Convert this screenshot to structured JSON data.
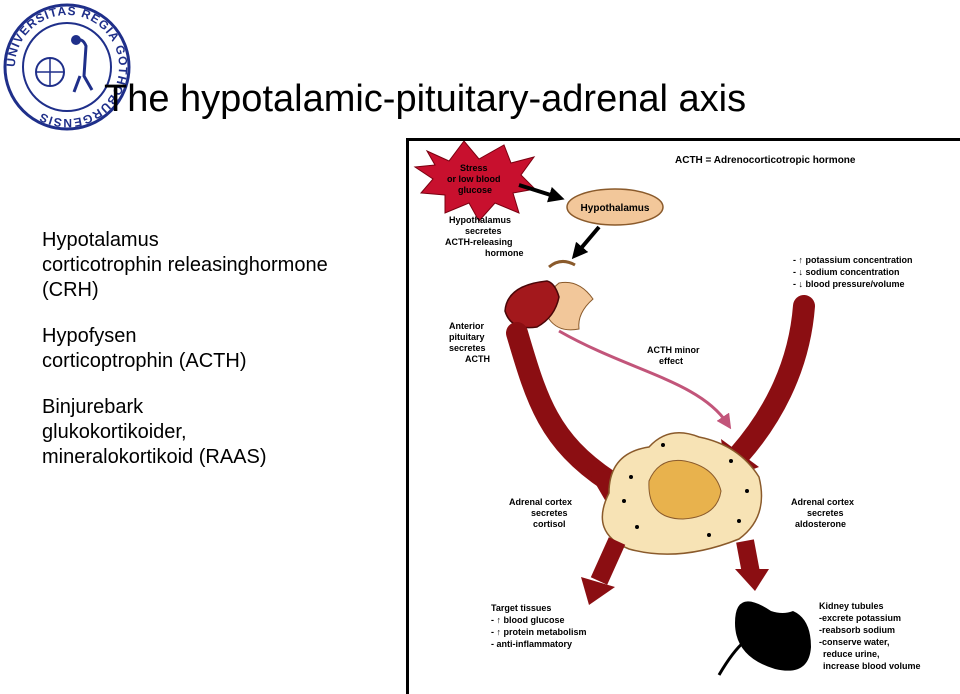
{
  "title": "The hypotalamic-pituitary-adrenal axis",
  "seal": {
    "text": "UNIVERSITAS REGIA GOTHOBURGENSIS"
  },
  "bullets": [
    {
      "heading": "Hypotalamus",
      "lines": [
        "corticotrophin releasinghormone",
        "(CRH)"
      ]
    },
    {
      "heading": "Hypofysen",
      "lines": [
        "corticoptrophin (ACTH)"
      ]
    },
    {
      "heading": "Binjurebark",
      "lines": [
        "glukokortikoider,",
        "mineralokortikoid (RAAS)"
      ]
    }
  ],
  "figure": {
    "stress": [
      "Stress",
      "or low blood",
      "glucose"
    ],
    "acth_def": "ACTH = Adrenocorticotropic hormone",
    "hypothalamus": "Hypothalamus",
    "hypo_secretes": [
      "Hypothalamus",
      "secretes",
      "ACTH-releasing",
      "hormone"
    ],
    "triggers": [
      "- ↑ potassium concentration",
      "- ↓ sodium concentration",
      "- ↓ blood pressure/volume"
    ],
    "anterior_pituitary": [
      "Anterior",
      "pituitary",
      "secretes",
      "ACTH"
    ],
    "acth_minor": [
      "ACTH minor",
      "effect"
    ],
    "cortex_cortisol": [
      "Adrenal cortex",
      "secretes",
      "cortisol"
    ],
    "cortex_aldosterone": [
      "Adrenal cortex",
      "secretes",
      "aldosterone"
    ],
    "target_tissues": [
      "Target tissues",
      "- ↑ blood glucose",
      "- ↑ protein metabolism",
      "- anti-inflammatory"
    ],
    "kidney": [
      "Kidney tubules",
      "-excrete potassium",
      "-reabsorb sodium",
      "-conserve water,",
      "reduce urine,",
      "increase blood volume"
    ]
  }
}
